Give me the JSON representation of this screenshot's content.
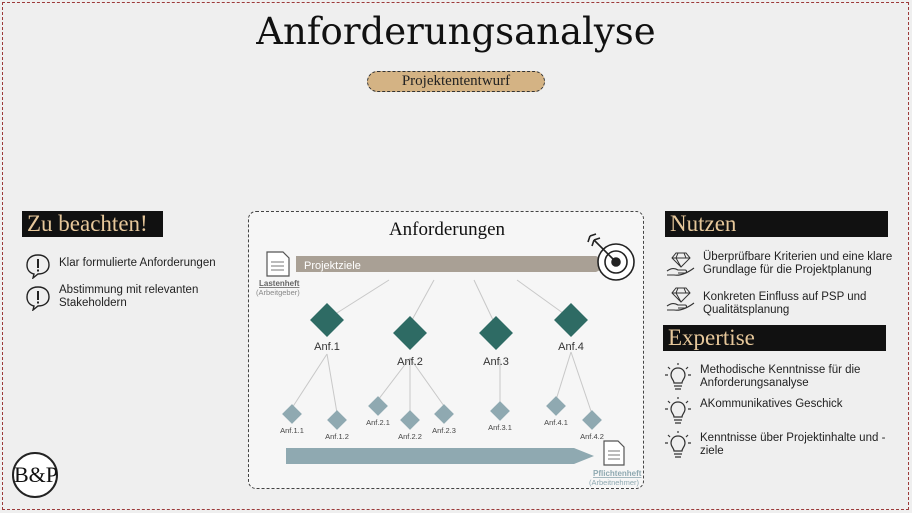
{
  "title": "Anforderungsanalyse",
  "subtitle": "Projektententwurf",
  "left": {
    "heading": "Zu beachten!",
    "items": [
      {
        "icon": "speech-exclamation-icon",
        "text": "Klar formulierte Anforderungen"
      },
      {
        "icon": "speech-exclamation-icon",
        "text": "Abstimmung mit relevanten Stakeholdern"
      }
    ]
  },
  "diagram": {
    "title": "Anforderungen",
    "projektziele": "Projektziele",
    "lastenheft": "Lastenheft",
    "lastenheft_sub": "(Arbeitgeber)",
    "pflichtenheft": "Pflichtenheft",
    "pflichtenheft_sub": "(Arbeitnehmer)",
    "level1": [
      "Anf.1",
      "Anf.2",
      "Anf.3",
      "Anf.4"
    ],
    "level2": [
      "Anf.1.1",
      "Anf.1.2",
      "Anf.2.1",
      "Anf.2.2",
      "Anf.2.3",
      "Anf.3.1",
      "Anf.4.1",
      "Anf.4.2"
    ],
    "colors": {
      "level1": "#2e6b64",
      "level2": "#8fa9b1",
      "bar_top": "#a9a095",
      "bar_bottom": "#8fa9b1"
    }
  },
  "right": {
    "nutzen_heading": "Nutzen",
    "nutzen_items": [
      {
        "icon": "diamond-hand-icon",
        "text": "Überprüfbare Kriterien und eine klare Grundlage für die Projektplanung"
      },
      {
        "icon": "diamond-hand-icon",
        "text": "Konkreten Einfluss auf PSP und Qualitätsplanung"
      }
    ],
    "expertise_heading": "Expertise",
    "expertise_items": [
      {
        "icon": "lightbulb-icon",
        "text": "Methodische Kenntnisse für die Anforderungsanalyse"
      },
      {
        "icon": "lightbulb-icon",
        "text": "AKommunikatives Geschick"
      },
      {
        "icon": "lightbulb-icon",
        "text": "Kenntnisse über Projektinhalte und -ziele"
      }
    ]
  },
  "logo": "B&P"
}
